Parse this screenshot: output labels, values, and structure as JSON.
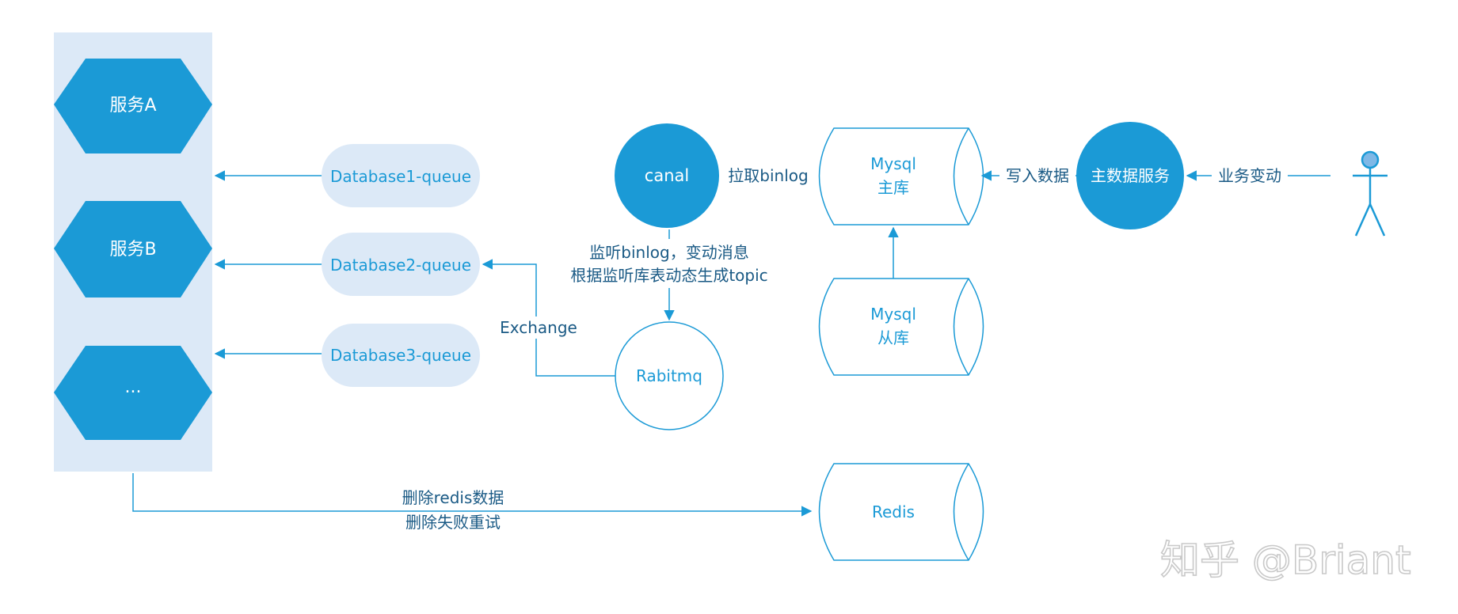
{
  "services": {
    "a": "服务A",
    "b": "服务B",
    "more": "..."
  },
  "queues": {
    "q1": "Database1-queue",
    "q2": "Database2-queue",
    "q3": "Database3-queue"
  },
  "canal": "canal",
  "rabbitmq": "Rabitmq",
  "exchange_label": "Exchange",
  "listen_label": {
    "line1": "监听binlog，变动消息",
    "line2": "根据监听库表动态生成topic"
  },
  "pull_binlog_label": "拉取binlog",
  "mysql_master": {
    "line1": "Mysql",
    "line2": "主库"
  },
  "mysql_slave": {
    "line1": "Mysql",
    "line2": "从库"
  },
  "redis": "Redis",
  "write_data_label": "写入数据",
  "main_data_service": "主数据服务",
  "business_change_label": "业务变动",
  "delete_redis_label": {
    "line1": "删除redis数据",
    "line2": "删除失败重试"
  },
  "watermark": "知乎 @Briant",
  "colors": {
    "primary": "#1b9ad6",
    "light_fill": "#dce9f7",
    "text_blue": "#1b9ad6",
    "text_dark": "#1a5a85",
    "white": "#ffffff",
    "watermark": "#c9c9c9"
  }
}
